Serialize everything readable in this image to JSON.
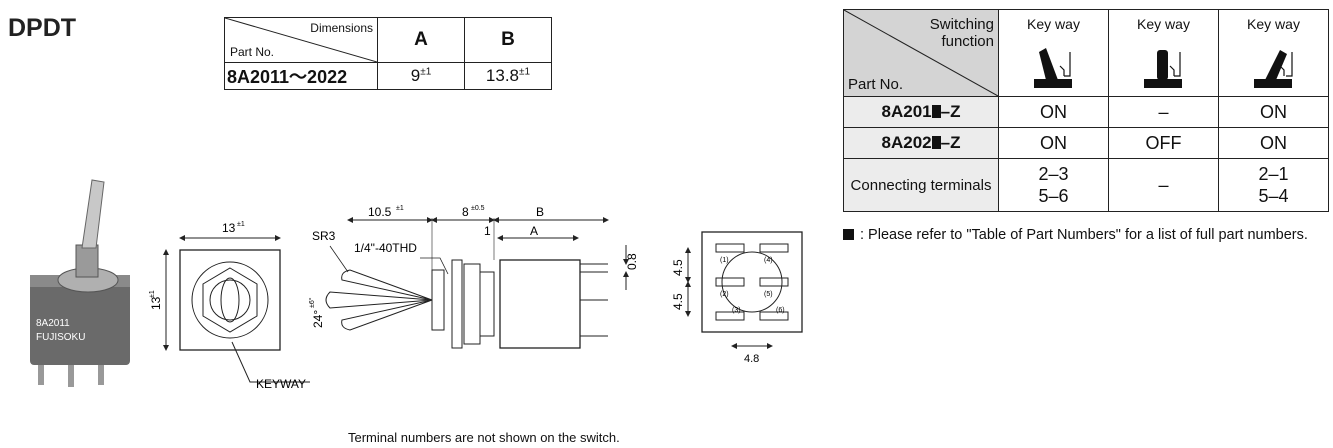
{
  "heading": "DPDT",
  "dimensions_table": {
    "corner_top": "Dimensions",
    "corner_bottom": "Part No.",
    "col_a": "A",
    "col_b": "B",
    "part_no": "8A2011〜2022",
    "a_value": "9",
    "a_tol": "±1",
    "b_value": "13.8",
    "b_tol": "±1"
  },
  "switching_table": {
    "corner_top_line1": "Switching",
    "corner_top_line2": "function",
    "corner_bottom": "Part No.",
    "key_way_labels": [
      "Key way",
      "Key way",
      "Key way"
    ],
    "rows": [
      {
        "part_prefix": "8A201",
        "part_suffix": "–Z",
        "c1": "ON",
        "c2": "–",
        "c3": "ON"
      },
      {
        "part_prefix": "8A202",
        "part_suffix": "–Z",
        "c1": "ON",
        "c2": "OFF",
        "c3": "ON"
      }
    ],
    "terminals_label": "Connecting terminals",
    "term_c1_l1": "2–3",
    "term_c1_l2": "5–6",
    "term_c2": "–",
    "term_c3_l1": "2–1",
    "term_c3_l2": "5–4"
  },
  "note_text": ": Please refer to \"Table of Part Numbers\" for a list of full part numbers.",
  "caption": "Terminal numbers are not shown on the switch.",
  "drawing_labels": {
    "front_width": "13",
    "front_width_tol": "±1",
    "front_height": "13",
    "front_height_tol": "±1",
    "keyway": "KEYWAY",
    "sr3": "SR3",
    "thread": "1/4\"-40THD",
    "lever_length": "10.5",
    "lever_length_tol": "±1",
    "bushing_length": "8",
    "bushing_length_tol": "±0.5",
    "dim_one": "1",
    "dim_b": "B",
    "dim_a": "A",
    "angle": "24°",
    "angle_tol": "±6°",
    "terminal_width": "0.8",
    "pitch_top": "4.5",
    "pitch_bottom": "4.5",
    "pitch_horizontal": "4.8",
    "switch_print_model": "8A2011",
    "switch_print_brand": "FUJISOKU",
    "terminal_numbers": [
      "(1)",
      "(4)",
      "(2)",
      "(5)",
      "(3)",
      "(6)"
    ]
  }
}
